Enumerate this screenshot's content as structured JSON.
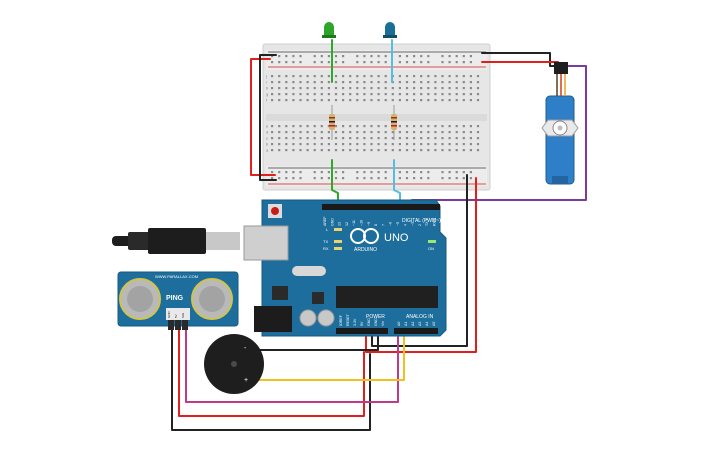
{
  "arduino": {
    "brand": "ARDUINO",
    "model": "UNO",
    "digital_header": "DIGITAL (PWM~)",
    "power_label": "POWER",
    "analog_label": "ANALOG IN",
    "on_label": "ON",
    "tx_label": "TX",
    "rx_label": "RX",
    "l_label": "L",
    "digital_pins": [
      "AREF",
      "GND",
      "13",
      "12",
      "~11",
      "~10",
      "~9",
      "8",
      "7",
      "~6",
      "~5",
      "4",
      "~3",
      "2",
      "TX 1",
      "RX 0"
    ],
    "power_pins": [
      "IOREF",
      "RESET",
      "3.3V",
      "5V",
      "GND",
      "GND",
      "Vin"
    ],
    "analog_pins": [
      "A0",
      "A1",
      "A2",
      "A3",
      "A4",
      "A5"
    ]
  },
  "ultrasonic": {
    "vendor": "WWW.PARALLAX.COM",
    "name": "PING",
    "pins": [
      "GND",
      "5V",
      "SIG"
    ]
  },
  "buzzer": {
    "polarity_neg": "-",
    "polarity_pos": "+"
  },
  "breadboard": {
    "row_letters": [
      "a",
      "b",
      "c",
      "d",
      "e",
      "f",
      "g",
      "h",
      "i",
      "j"
    ]
  },
  "colors": {
    "board_blue": "#1d6e9c",
    "wire_red": "#e0201c",
    "wire_black": "#222222",
    "wire_green": "#2eaa28",
    "wire_cyan": "#55bde0",
    "wire_purple": "#7a3aa0",
    "wire_magenta": "#c03a8c",
    "wire_yellow": "#f0c020",
    "led_green": "#2ea52a",
    "led_blue": "#1a6f96",
    "servo_blue": "#2f7fc8"
  }
}
